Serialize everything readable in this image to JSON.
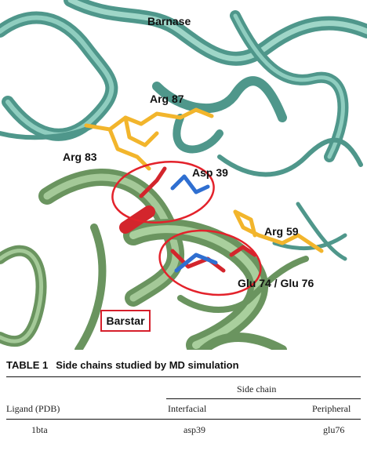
{
  "figure": {
    "labels": {
      "barnase": "Barnase",
      "arg87": "Arg 87",
      "arg83": "Arg 83",
      "asp39": "Asp 39",
      "arg59": "Arg 59",
      "glu": "Glu 74 / Glu 76",
      "barstar": "Barstar"
    },
    "colors": {
      "barnase_ribbon": "#5fa79a",
      "barstar_ribbon": "#7fa874",
      "side_chain_yellow": "#f2b52c",
      "acidic_red": "#d3252c",
      "basic_blue": "#2f6fd1",
      "highlight_circle": "#e3222b"
    }
  },
  "table": {
    "number": "TABLE 1",
    "caption": "Side chains studied by MD simulation",
    "group_header": "Side chain",
    "col_ligand": "Ligand (PDB)",
    "col_interfacial": "Interfacial",
    "col_peripheral": "Peripheral",
    "rows": [
      {
        "ligand": "1bta",
        "interfacial": "asp39",
        "peripheral": "glu76"
      }
    ]
  }
}
